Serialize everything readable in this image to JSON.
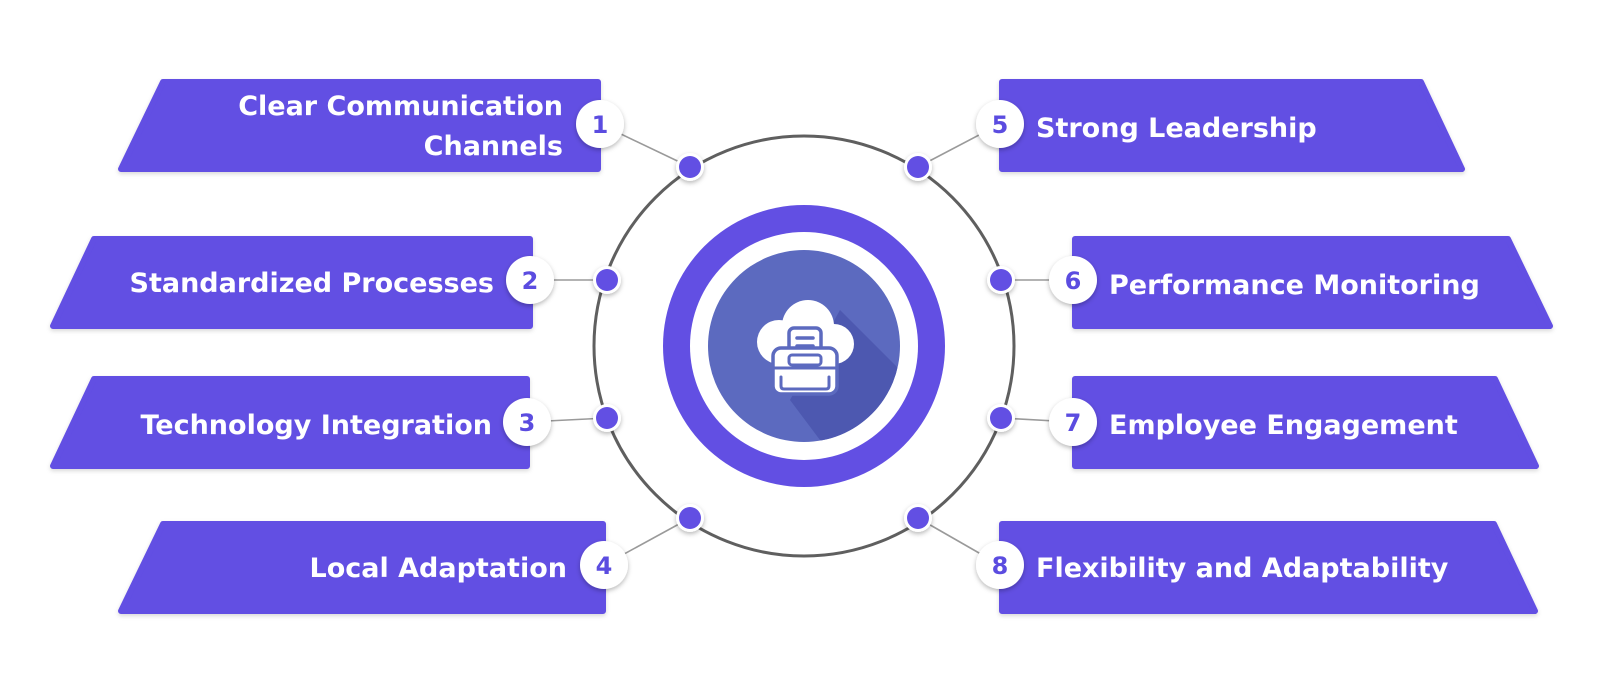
{
  "colors": {
    "accent": "#624fe3",
    "accent_dark": "#4a55ad",
    "inner_circle": "#5c6abf",
    "ring_line": "#5f5f5f",
    "number_text": "#5b4ce0",
    "background": "#ffffff"
  },
  "center_icon": "cloud-archive-icon",
  "items": [
    {
      "number": "1",
      "lines": [
        "Clear Communication",
        "Channels"
      ]
    },
    {
      "number": "2",
      "lines": [
        "Standardized Processes"
      ]
    },
    {
      "number": "3",
      "lines": [
        "Technology Integration"
      ]
    },
    {
      "number": "4",
      "lines": [
        "Local Adaptation"
      ]
    },
    {
      "number": "5",
      "lines": [
        "Strong Leadership"
      ]
    },
    {
      "number": "6",
      "lines": [
        "Performance Monitoring"
      ]
    },
    {
      "number": "7",
      "lines": [
        "Employee Engagement"
      ]
    },
    {
      "number": "8",
      "lines": [
        "Flexibility and Adaptability"
      ]
    }
  ]
}
